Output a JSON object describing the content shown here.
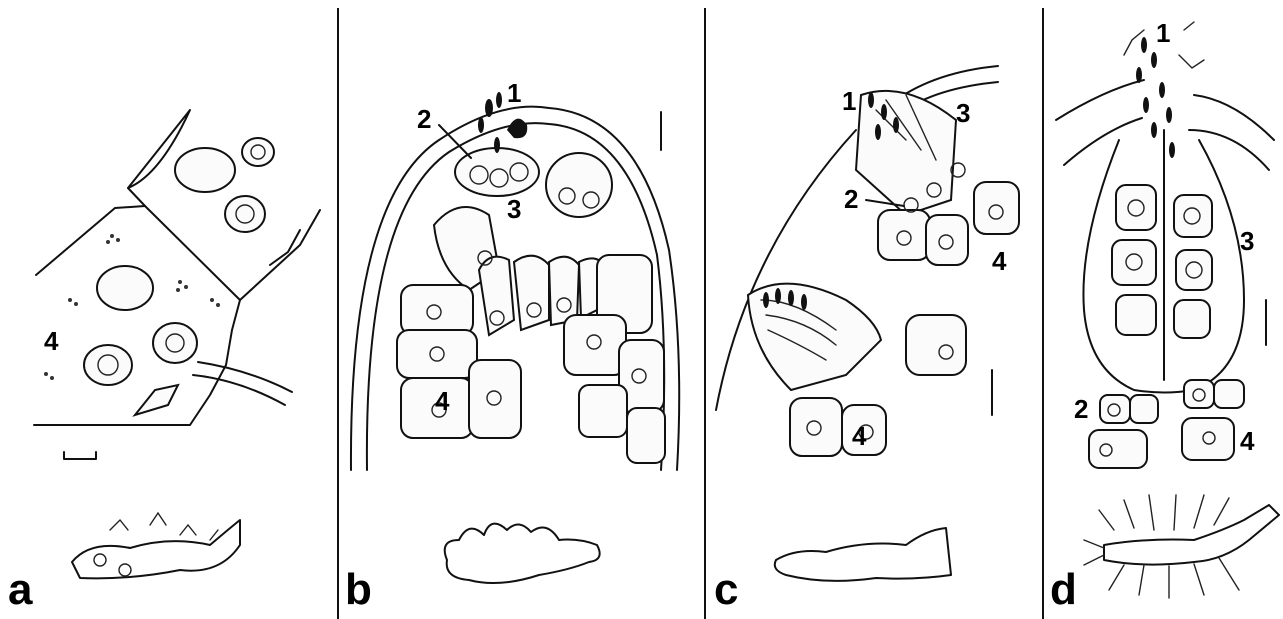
{
  "figure": {
    "panels": [
      {
        "letter": "a",
        "numbers": [
          "4"
        ]
      },
      {
        "letter": "b",
        "numbers": [
          "1",
          "2",
          "3",
          "4"
        ]
      },
      {
        "letter": "c",
        "numbers": [
          "1",
          "2",
          "3",
          "4"
        ]
      },
      {
        "letter": "d",
        "numbers": [
          "1",
          "2",
          "3",
          "4"
        ]
      }
    ],
    "style": {
      "ink": "#111111",
      "paper": "#ffffff"
    }
  }
}
